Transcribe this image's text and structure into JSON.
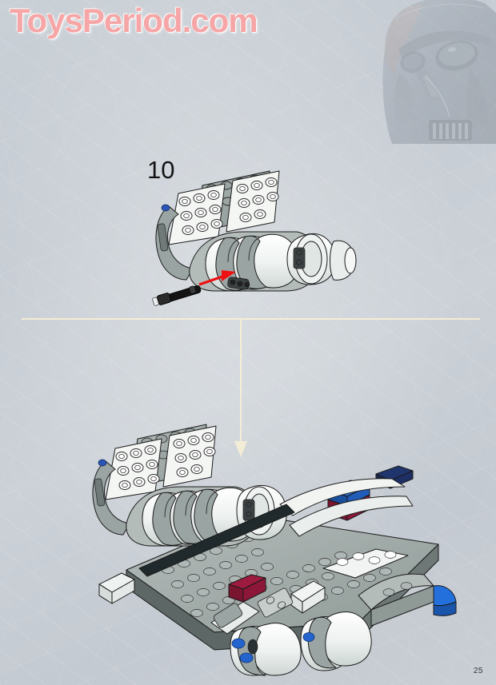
{
  "page": {
    "background_color": "#c7cdd4",
    "page_number": "25",
    "watermark": "ToysPeriod.com",
    "watermark_color": "#f07070",
    "corner_art": "darth-vader-helmet"
  },
  "step": {
    "number": "10",
    "divider_color": "#f4edd6",
    "flow_arrow_direction": "down"
  },
  "upper_panel": {
    "label": "step-10-detail-assembly",
    "insertion_arrow": {
      "color": "#ee1111",
      "direction": "up-right",
      "part": "black-technic-axle-pin"
    },
    "parts": [
      {
        "name": "light-gray-plate",
        "color": "#9aa5a3"
      },
      {
        "name": "white-studded-plate",
        "color": "#f2f4f2"
      },
      {
        "name": "white-cylinder-engine",
        "color": "#eef1ef"
      },
      {
        "name": "dark-gray-technic-beam",
        "color": "#555d5e"
      },
      {
        "name": "blue-pin",
        "color": "#2b55b4"
      },
      {
        "name": "black-axle",
        "color": "#161616"
      }
    ]
  },
  "lower_panel": {
    "label": "step-10-full-model-assembly",
    "parts": [
      {
        "name": "light-gray-baseplate",
        "color": "#a8b0ae"
      },
      {
        "name": "white-studded-plate",
        "color": "#f2f4f2"
      },
      {
        "name": "white-cylinder-engine",
        "color": "#eef1ef"
      },
      {
        "name": "dark-red-brick",
        "color": "#8c1738"
      },
      {
        "name": "blue-brick",
        "color": "#1a5fc4"
      },
      {
        "name": "blue-wedge",
        "color": "#1f6ad2"
      },
      {
        "name": "dark-gray-technic-beam",
        "color": "#4e5456"
      },
      {
        "name": "black-technic-connector",
        "color": "#1b1e1e"
      }
    ]
  }
}
